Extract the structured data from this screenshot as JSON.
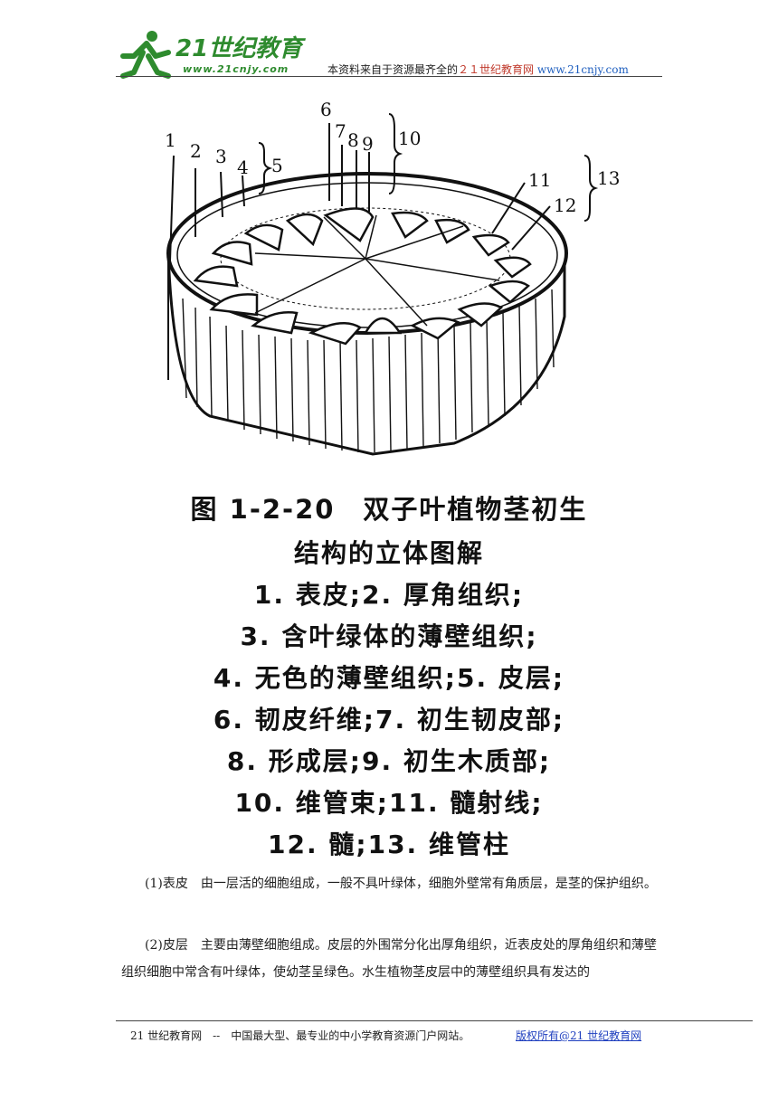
{
  "header": {
    "logo_text": "21世纪教育",
    "logo_url": "www.21cnjy.com",
    "note_prefix": "本资料来自于资源最齐全的",
    "note_site": "２１世纪教育网",
    "note_url": "www.21cnjy.com"
  },
  "figure": {
    "labels": [
      "1",
      "2",
      "3",
      "4",
      "5",
      "6",
      "7",
      "8",
      "9",
      "10",
      "11",
      "12",
      "13"
    ]
  },
  "caption": {
    "title": "图 1-2-20　双子叶植物茎初生",
    "lines": [
      "结构的立体图解",
      "1. 表皮;2. 厚角组织;",
      "3. 含叶绿体的薄壁组织;",
      "4. 无色的薄壁组织;5. 皮层;",
      "6. 韧皮纤维;7. 初生韧皮部;",
      "8. 形成层;9. 初生木质部;",
      "10. 维管束;11. 髓射线;",
      "12. 髓;13. 维管柱"
    ]
  },
  "body": {
    "p1": "(1)表皮　由一层活的细胞组成，一般不具叶绿体，细胞外壁常有角质层，是茎的保护组织。",
    "p2": "(2)皮层　主要由薄壁细胞组成。皮层的外围常分化出厚角组织，近表皮处的厚角组织和薄壁组织细胞中常含有叶绿体，使幼茎呈绿色。水生植物茎皮层中的薄壁组织具有发达的"
  },
  "footer": {
    "left": "21 世纪教育网　--　中国最大型、最专业的中小学教育资源门户网站。",
    "right": "版权所有@21 世纪教育网"
  },
  "colors": {
    "logo_green": "#2e8b2e",
    "link_blue": "#1f3fbf",
    "accent_red": "#c0392b"
  }
}
